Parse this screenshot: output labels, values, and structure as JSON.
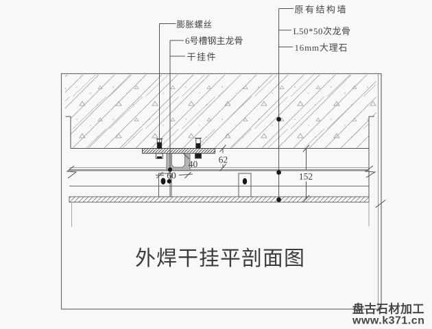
{
  "title": {
    "text": "外焊干挂平剖面图"
  },
  "annotations": {
    "expansion_screw": "膨胀螺丝",
    "main_keel": "6号槽钢主龙骨",
    "hanger": "干挂件",
    "structural_wall": "原有结构墙",
    "secondary_keel": "L50*50次龙骨",
    "marble": "16mm大理石"
  },
  "dimensions": {
    "channel_width": "60",
    "channel_flange": "40",
    "wall_to_keel": "62",
    "wall_to_marble": "152"
  },
  "watermark": {
    "brand": "盘古石材加工",
    "url": "www.k371.cn",
    "color": "#1681d6"
  },
  "colors": {
    "line": "#4f4f4f",
    "keel_gray": "#909090",
    "watermark_blue": "#1681d6"
  }
}
